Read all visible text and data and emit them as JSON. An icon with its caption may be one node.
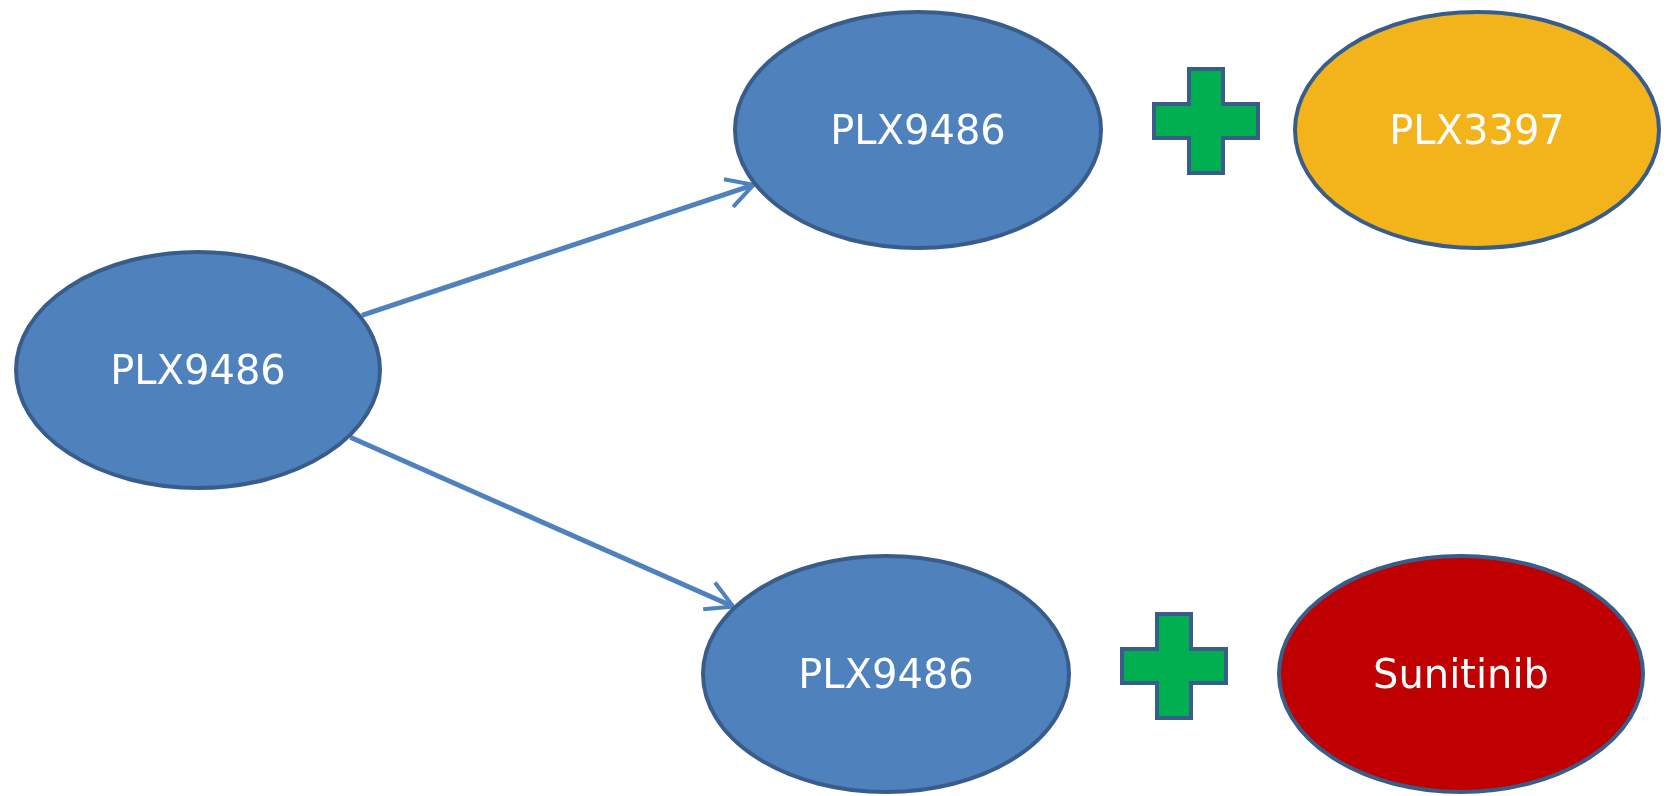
{
  "diagram": {
    "nodes": [
      {
        "text": [
          "PLX9486"
        ]
      },
      {
        "text": [
          "PLX9486"
        ]
      },
      {
        "text": [
          "PLX3397"
        ]
      },
      {
        "text": [
          "PLX9486"
        ]
      },
      {
        "text": [
          "Sunitinib"
        ]
      }
    ],
    "edges": [
      {
        "from": 0,
        "to": 1,
        "arrow": "to"
      },
      {
        "from": 0,
        "to": 3,
        "arrow": "to"
      }
    ]
  }
}
